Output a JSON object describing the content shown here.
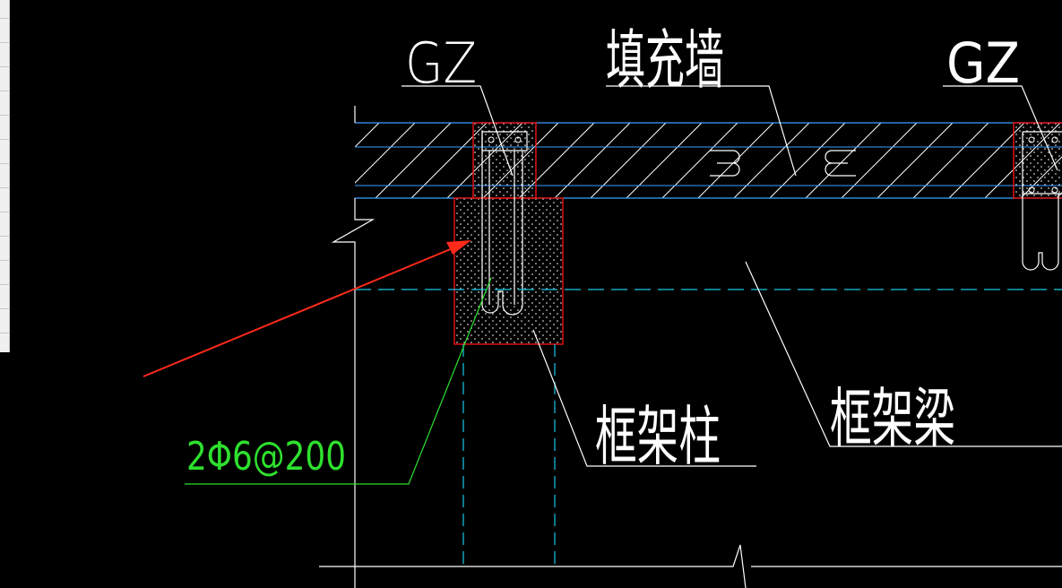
{
  "labels": {
    "gz_left": "GZ",
    "gz_right": "GZ",
    "infill_wall": "填充墙",
    "frame_column": "框架柱",
    "frame_beam": "框架梁",
    "rebar_spec": "2Φ6@200"
  },
  "colors": {
    "background": "#000000",
    "wall_outline": "#3aa0ff",
    "gz_outline": "#e01010",
    "axis_dashed": "#18c8e8",
    "leader_white": "#ffffff",
    "leader_green": "#2ee02e",
    "annotation_arrow": "#ff2a1a"
  }
}
